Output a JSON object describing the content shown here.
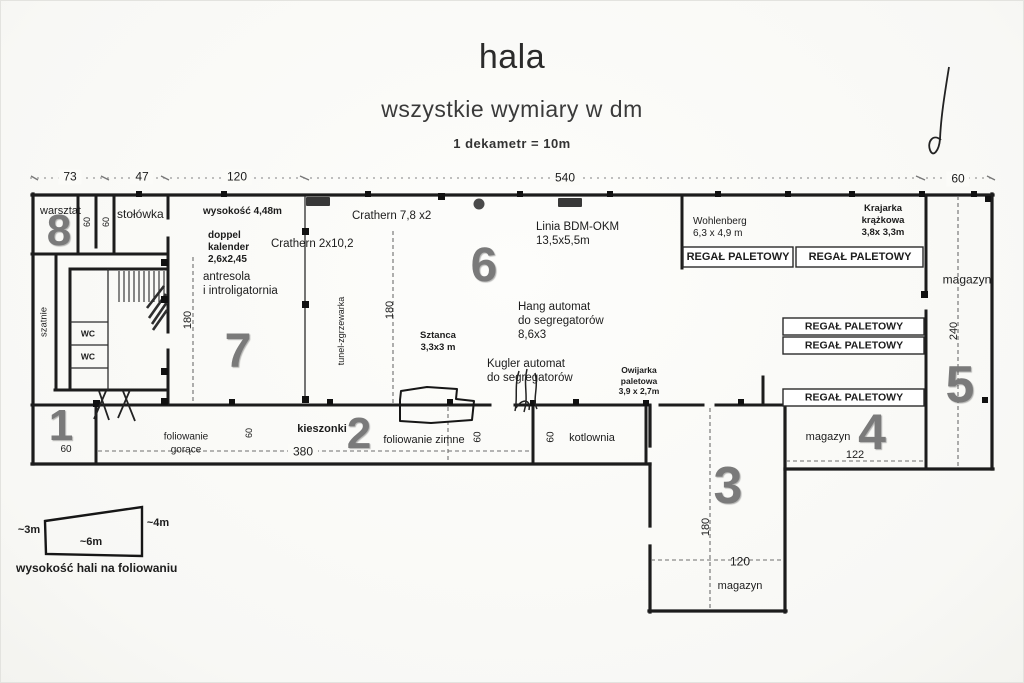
{
  "header": {
    "title": "hala",
    "subtitle": "wszystkie wymiary w dm",
    "scale_note": "1 dekametr = 10m"
  },
  "dimension_line": {
    "d73": "73",
    "d47": "47",
    "d120": "120",
    "d540": "540",
    "d60": "60"
  },
  "left_block": {
    "warsztat": "warsztat",
    "room8": "8",
    "cell60_a": "60",
    "cell60_b": "60",
    "stolowka": "stołówka",
    "szatnie": "szatnie",
    "wc_a": "WC",
    "wc_b": "WC"
  },
  "hall": {
    "height_note": "wysokość 4,48m",
    "doppel_kalender": "doppel\nkalender\n2,6x2,45",
    "crathern_a": "Crathern 2x10,2",
    "crathern_b": "Crathern 7,8 x2",
    "antresola": "antresola\ni introligatornia",
    "room7": "7",
    "dim180_left": "180",
    "tunel": "tunel-zgrzewarka",
    "dim180_mid": "180",
    "room6": "6",
    "linia_bdm": "Linia BDM-OKM\n13,5x5,5m",
    "sztanca": "Sztanca\n3,3x3 m",
    "hang_automat": "Hang automat\ndo segregatorów\n8,6x3",
    "kugler": "Kugler automat\ndo segregatorów",
    "owijarka": "Owijarka\npaletowa\n3,9 x 2,7m"
  },
  "right_block": {
    "wohlenberg": "Wohlenberg\n6,3 x 4,9 m",
    "krajarka": "Krajarka\nkrążkowa\n3,8x 3,3m",
    "shelf": "REGAŁ PALETOWY",
    "magazyn5_label": "magazyn",
    "dim240": "240",
    "room5": "5",
    "magazyn4_label": "magazyn",
    "room4": "4",
    "dim122": "122"
  },
  "bottom_band": {
    "room1": "1",
    "dim60_room1": "60",
    "foliowanie_gorace": "foliowanie\ngorące",
    "dim60_a": "60",
    "kieszonki": "kieszonki",
    "dim380": "380",
    "room2": "2",
    "foliowanie_zimne": "foliowanie zimne",
    "dim60_b": "60",
    "dim60_c": "60",
    "kotlownia": "kotlownia"
  },
  "room3": {
    "number": "3",
    "dim180": "180",
    "dim120": "120",
    "label": "magazyn"
  },
  "legend": {
    "left": "~3m",
    "right": "~4m",
    "bottom": "~6m",
    "caption": "wysokość hali na foliowaniu"
  },
  "colors": {
    "ink": "#1c1c1c",
    "wall": "#1c1c1c",
    "room_number": "#7a7a7a",
    "paper": "#fbfbf8"
  }
}
